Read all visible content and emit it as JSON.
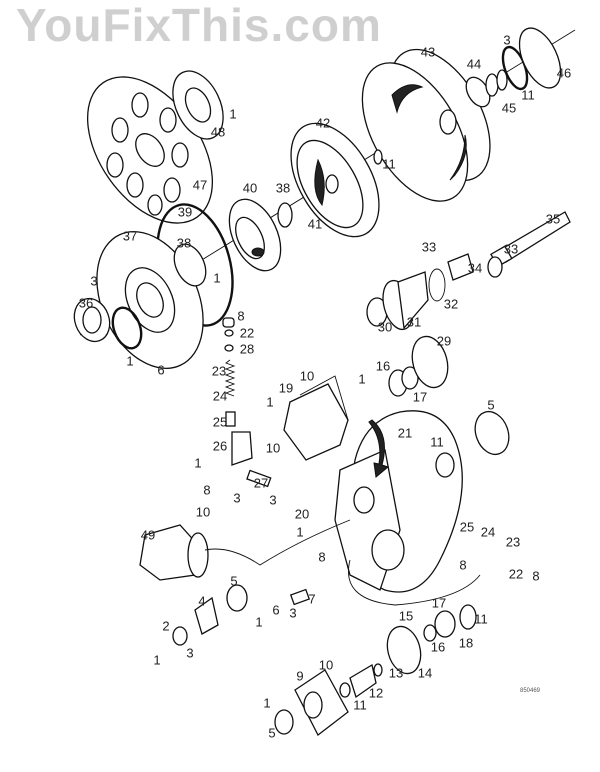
{
  "diagram": {
    "watermark": "YouFixThis.com",
    "reference_number": "850469",
    "part_labels": [
      "43",
      "3",
      "46",
      "44",
      "45",
      "11",
      "1",
      "48",
      "42",
      "11",
      "47",
      "40",
      "38",
      "41",
      "39",
      "37",
      "38",
      "1",
      "3",
      "36",
      "35",
      "33",
      "33",
      "34",
      "32",
      "30",
      "31",
      "8",
      "22",
      "28",
      "23",
      "1",
      "6",
      "29",
      "16",
      "10",
      "1",
      "19",
      "1",
      "17",
      "24",
      "25",
      "5",
      "21",
      "11",
      "26",
      "10",
      "1",
      "8",
      "3",
      "27",
      "3",
      "10",
      "49",
      "20",
      "1",
      "25",
      "24",
      "23",
      "8",
      "8",
      "22",
      "8",
      "5",
      "4",
      "7",
      "1",
      "6",
      "3",
      "17",
      "15",
      "11",
      "2",
      "16",
      "18",
      "1",
      "3",
      "10",
      "9",
      "13",
      "14",
      "12",
      "11",
      "1",
      "5"
    ]
  }
}
